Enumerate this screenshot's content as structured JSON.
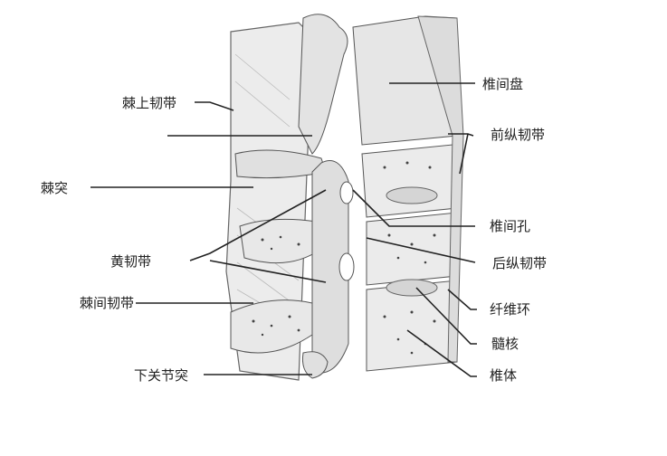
{
  "diagram": {
    "subject": "spine-sagittal-section-ligaments",
    "colors": {
      "bone": "#e6e6e6",
      "outline": "#555555",
      "line": "#222222",
      "disc": "#d9d9d9",
      "pore": "#444444"
    },
    "labels_left": [
      {
        "id": "supraspinous-ligament",
        "text": "棘上韧带"
      },
      {
        "id": "spinous-process",
        "text": "棘突"
      },
      {
        "id": "ligamentum-flavum",
        "text": "黄韧带"
      },
      {
        "id": "interspinous-ligament",
        "text": "棘间韧带"
      },
      {
        "id": "inferior-articular-process",
        "text": "下关节突"
      }
    ],
    "labels_right": [
      {
        "id": "intervertebral-disc",
        "text": "椎间盘"
      },
      {
        "id": "anterior-longitudinal-ligament",
        "text": "前纵韧带"
      },
      {
        "id": "intervertebral-foramen",
        "text": "椎间孔"
      },
      {
        "id": "posterior-longitudinal-ligament",
        "text": "后纵韧带"
      },
      {
        "id": "annulus-fibrosus",
        "text": "纤维环"
      },
      {
        "id": "nucleus-pulposus",
        "text": "髓核"
      },
      {
        "id": "vertebral-body",
        "text": "椎体"
      }
    ]
  }
}
